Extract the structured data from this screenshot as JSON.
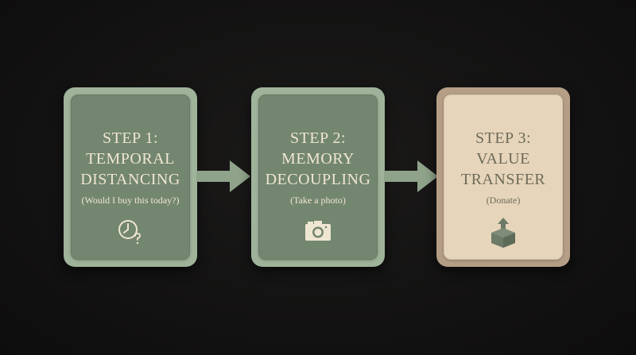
{
  "steps": [
    {
      "title_line1": "Step 1:",
      "title_line2": "Temporal",
      "title_line3": "Distancing",
      "subtitle": "(Would I buy this today?)",
      "icon": "clock-question-icon"
    },
    {
      "title_line1": "Step 2:",
      "title_line2": "Memory",
      "title_line3": "Decoupling",
      "subtitle": "(Take a photo)",
      "icon": "camera-icon"
    },
    {
      "title_line1": "Step 3:",
      "title_line2": "Value",
      "title_line3": "Transfer",
      "subtitle": "(Donate)",
      "icon": "box-upload-icon"
    }
  ],
  "colors": {
    "background": "#121111",
    "green_card": "#73866f",
    "green_frame": "#9fb39b",
    "tan_card": "#e7d5bb",
    "tan_frame": "#b59e86",
    "arrow": "#8fa38b"
  }
}
